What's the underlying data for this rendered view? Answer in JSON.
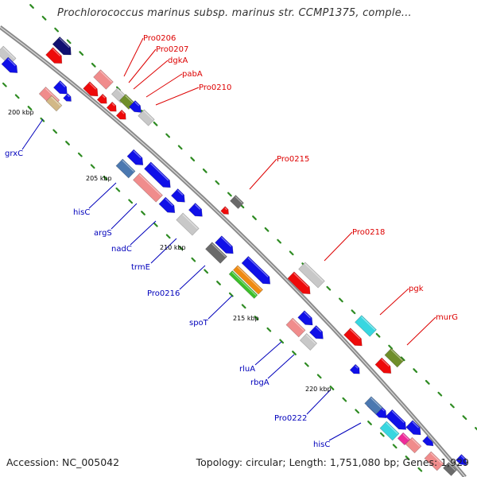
{
  "header": {
    "title": "Prochlorococcus marinus subsp. marinus str. CCMP1375, comple..."
  },
  "footer": {
    "accession": "Accession: NC_005042",
    "topology": "Topology: circular; Length: 1,751,080 bp; Genes: 1,929"
  },
  "colors": {
    "forward_label": "#dd0000",
    "reverse_label": "#0000bb",
    "backbone": "#888888",
    "tick": "#2e8b22"
  },
  "scale_labels": [
    "200 kbp",
    "205 kbp",
    "210 kbp",
    "215 kbp",
    "220 kbp"
  ],
  "forward_gene_labels": [
    "Pro0206",
    "Pro0207",
    "dgkA",
    "pabA",
    "Pro0210",
    "Pro0215",
    "Pro0218",
    "pgk",
    "murG"
  ],
  "reverse_gene_labels": [
    "grxC",
    "hisC",
    "argS",
    "nadC",
    "trmE",
    "Pro0216",
    "spoT",
    "rluA",
    "rbgA",
    "Pro0222",
    "hisC"
  ]
}
